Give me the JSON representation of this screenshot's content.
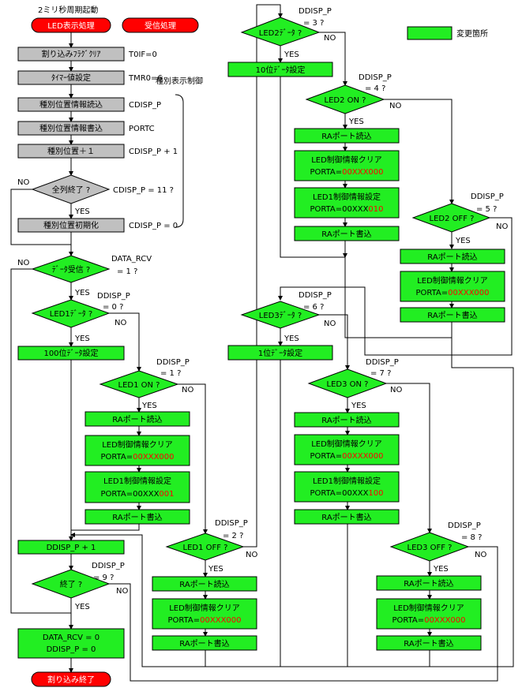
{
  "header": {
    "period": "2ミリ秒周期起動",
    "terminal_led": "LED表示処理",
    "terminal_recv": "受信処理",
    "terminal_end": "割り込み終了",
    "group_label": "種別表示制御",
    "legend_label": "変更箇所"
  },
  "left": {
    "clear_flag": "割り込みﾌﾗｸﾞｸﾘｱ",
    "clear_flag_note": "T0IF=0",
    "timer_set": "ﾀｲﾏｰ値設定",
    "timer_set_note": "TMR0=6",
    "type_read": "種別位置情報読込",
    "type_read_note": "CDISP_P",
    "type_write": "種別位置情報書込",
    "type_write_note": "PORTC",
    "type_inc": "種別位置＋１",
    "type_inc_note": "CDISP_P + 1",
    "all_done": "全列終了 ?",
    "all_done_note": "CDISP_P = 11 ?",
    "type_init": "種別位置初期化",
    "type_init_note": "CDISP_P = 0",
    "data_recv": "ﾃﾞｰﾀ受信 ?",
    "data_recv_note1": "DATA_RCV",
    "data_recv_note2": "= 1 ?",
    "led1_data": "LED1ﾃﾞｰﾀ ?",
    "led1_data_note1": "DDISP_P",
    "led1_data_note2": "= 0 ?",
    "set_100": "100位ﾃﾞｰﾀ設定",
    "ddisp_inc": "DDISP_P + 1",
    "finish": "終了 ?",
    "finish_note1": "DDISP_P",
    "finish_note2": "= 9 ?",
    "reset1": "DATA_RCV = 0",
    "reset2": "DDISP_P = 0"
  },
  "led1": {
    "on_q": "LED1 ON ?",
    "on_note1": "DDISP_P",
    "on_note2": "= 1 ?",
    "read": "RAポート読込",
    "clear": "LED制御情報クリア",
    "clear_pre": "PORTA=",
    "clear_val": "00XXX000",
    "set": "LED1制御情報設定",
    "set_pre": "PORTA=00XXX",
    "set_val": "001",
    "write": "RAポート書込",
    "off_q": "LED1 OFF ?",
    "off_note1": "DDISP_P",
    "off_note2": "= 2 ?",
    "off_read": "RAポート読込",
    "off_clear": "LED制御情報クリア",
    "off_pre": "PORTA=",
    "off_val": "00XXX000",
    "off_write": "RAポート書込"
  },
  "led2": {
    "data_q": "LED2ﾃﾞｰﾀ ?",
    "data_note1": "DDISP_P",
    "data_note2": "= 3 ?",
    "set_10": "10位ﾃﾞｰﾀ設定",
    "on_q": "LED2 ON ?",
    "on_note1": "DDISP_P",
    "on_note2": "= 4 ?",
    "read": "RAポート読込",
    "clear": "LED制御情報クリア",
    "clear_pre": "PORTA=",
    "clear_val": "00XXX000",
    "set": "LED1制御情報設定",
    "set_pre": "PORTA=00XXX",
    "set_val": "010",
    "write": "RAポート書込",
    "off_q": "LED2 OFF ?",
    "off_note1": "DDISP_P",
    "off_note2": "= 5 ?",
    "off_read": "RAポート読込",
    "off_clear": "LED制御情報クリア",
    "off_pre": "PORTA=",
    "off_val": "00XXX000",
    "off_write": "RAポート書込"
  },
  "led3": {
    "data_q": "LED3ﾃﾞｰﾀ ?",
    "data_note1": "DDISP_P",
    "data_note2": "= 6 ?",
    "set_1": "1位ﾃﾞｰﾀ設定",
    "on_q": "LED3 ON ?",
    "on_note1": "DDISP_P",
    "on_note2": "= 7 ?",
    "read": "RAポート読込",
    "clear": "LED制御情報クリア",
    "clear_pre": "PORTA=",
    "clear_val": "00XXX000",
    "set": "LED1制御情報設定",
    "set_pre": "PORTA=00XXX",
    "set_val": "100",
    "write": "RAポート書込",
    "off_q": "LED3 OFF ?",
    "off_note1": "DDISP_P",
    "off_note2": "= 8 ?",
    "off_read": "RAポート読込",
    "off_clear": "LED制御情報クリア",
    "off_pre": "PORTA=",
    "off_val": "00XXX000",
    "off_write": "RAポート書込"
  },
  "labels": {
    "yes": "YES",
    "no": "NO"
  },
  "colors": {
    "changed": "#22ee22",
    "unchanged": "#c0c0c0",
    "terminal": "#ff0000",
    "highlight_text": "#ff0000"
  }
}
